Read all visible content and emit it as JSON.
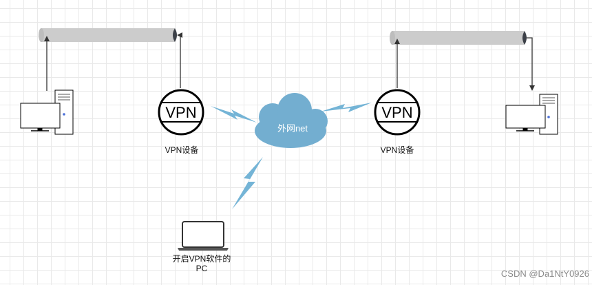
{
  "colors": {
    "tunnel": "#cccccc",
    "tunnel_cap": "#3c4048",
    "cloud": "#73aed0",
    "bolt": "#74b4d6",
    "device_stroke": "#000000",
    "arrow": "#333333"
  },
  "nodes": {
    "cloud_label": "外网net",
    "vpn_left_label": "VPN设备",
    "vpn_right_label": "VPN设备",
    "laptop_label": "开启VPN软件的\nPC",
    "vpn_icon_text": "VPN"
  },
  "watermark": "CSDN @Da1NtY0926"
}
